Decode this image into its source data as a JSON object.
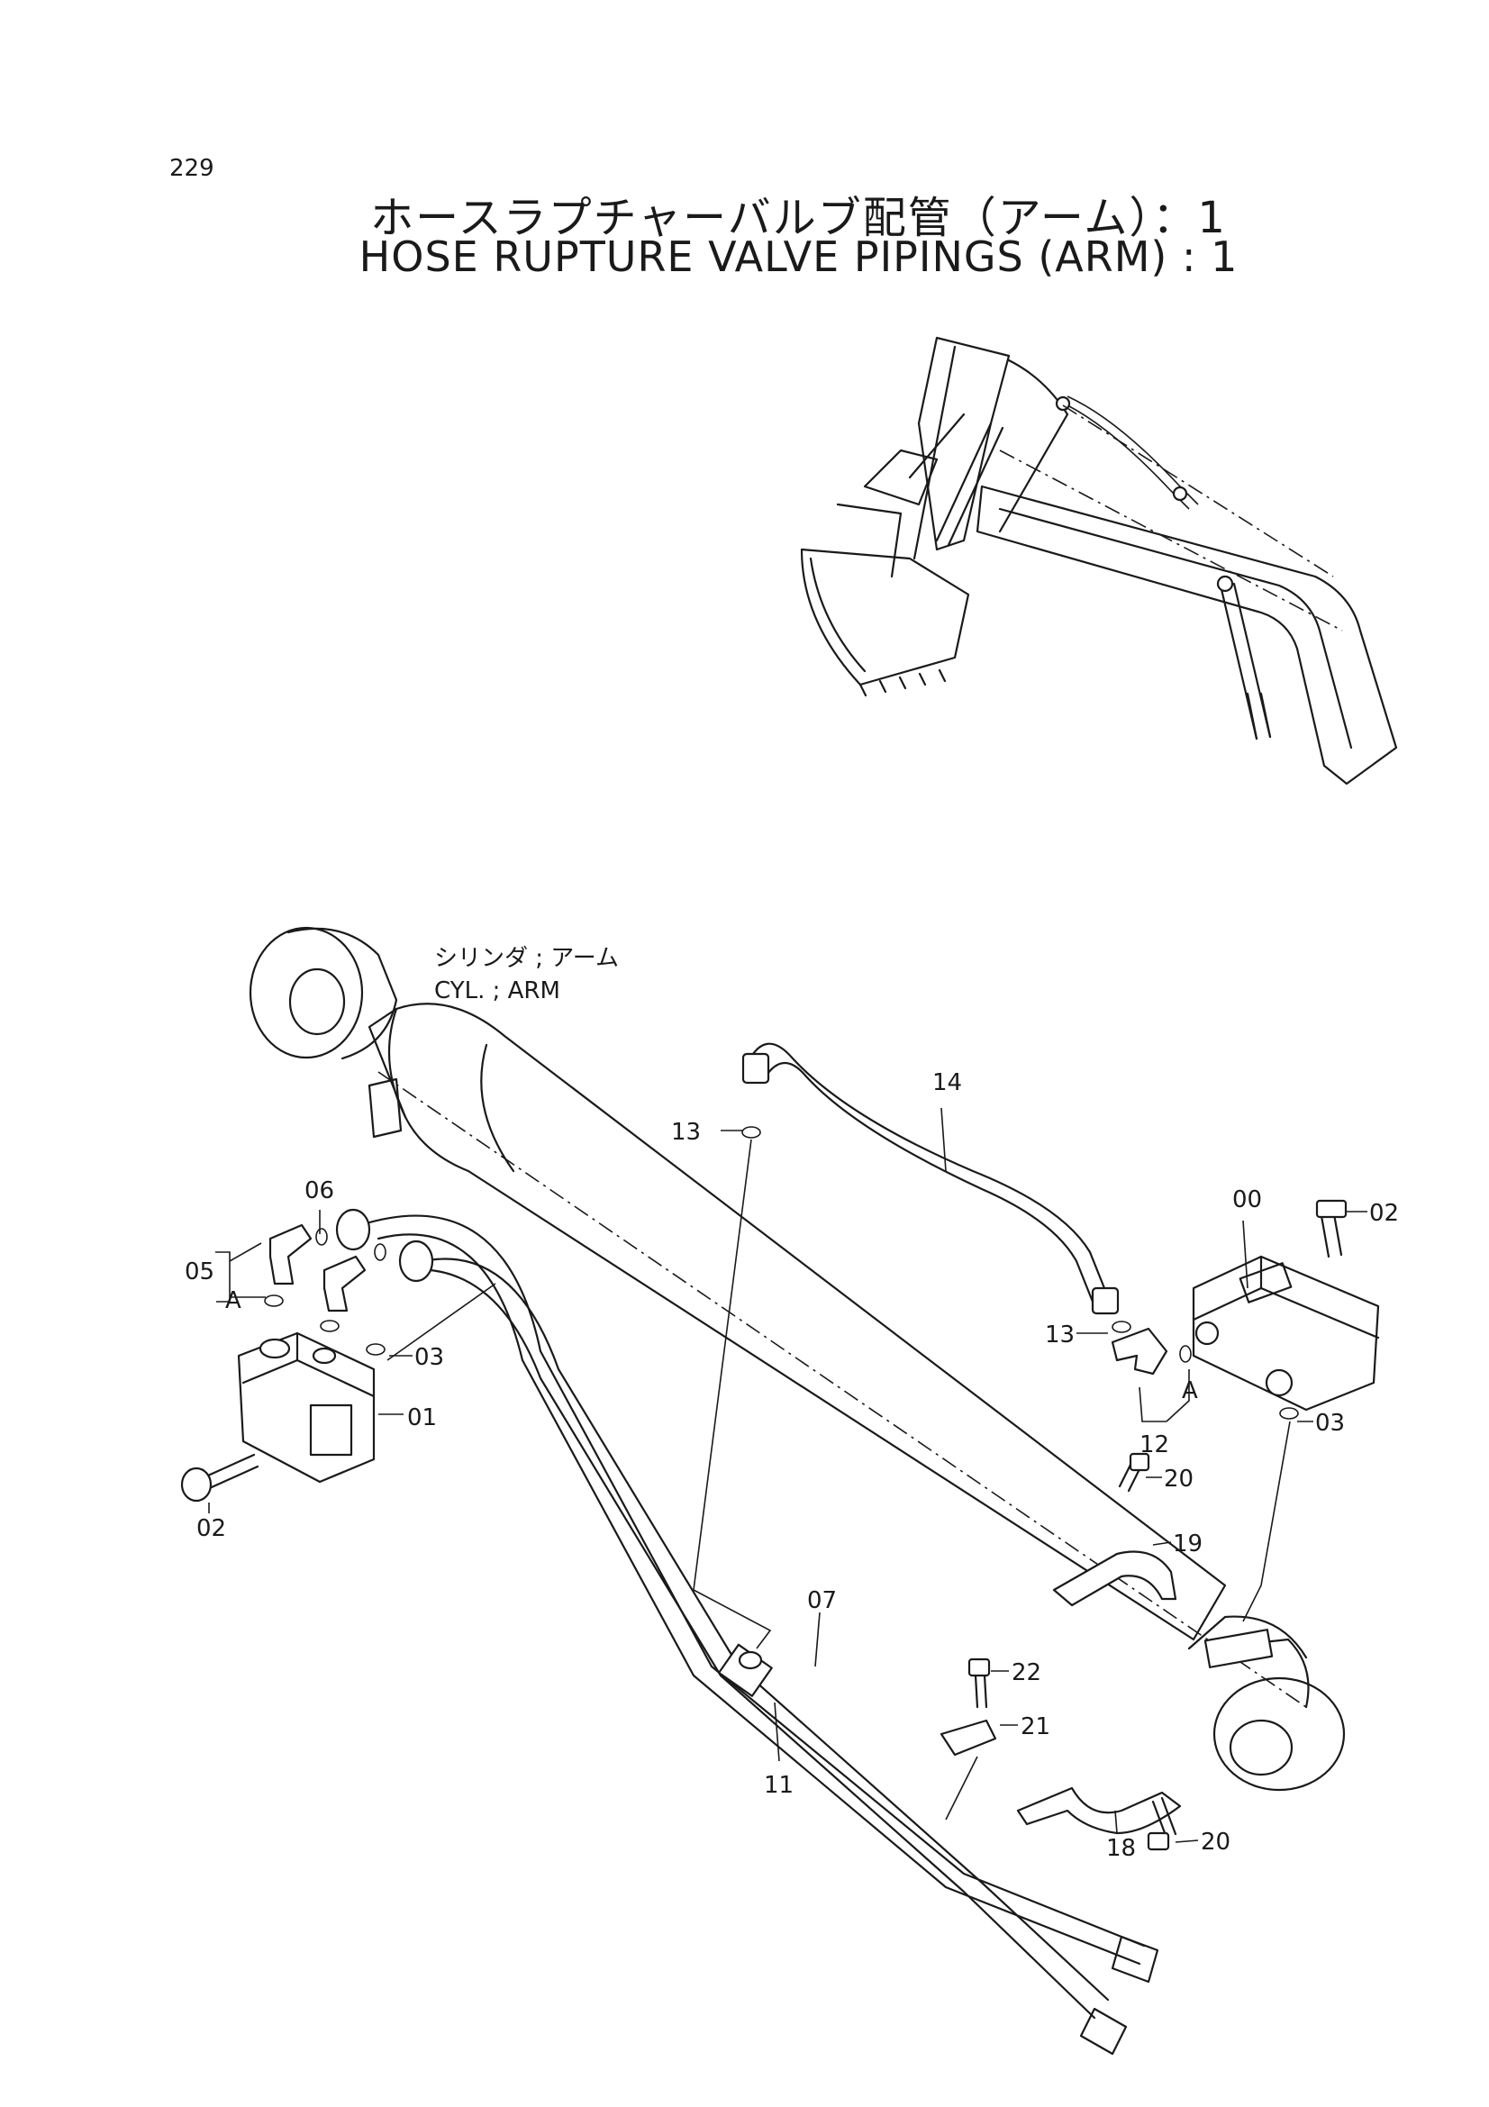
{
  "page": {
    "number": "229"
  },
  "title": {
    "jp": "ホースラプチャーバルブ配管（アーム）：1",
    "en": "HOSE RUPTURE VALVE PIPINGS (ARM) : 1"
  },
  "cylinder": {
    "jp": "シリンダ ; アーム",
    "en": "CYL. ; ARM"
  },
  "callouts": {
    "p00": "00",
    "p01": "01",
    "p02a": "02",
    "p02b": "02",
    "p03a": "03",
    "p03b": "03",
    "p05": "05",
    "p06": "06",
    "p07": "07",
    "p11": "11",
    "p12": "12",
    "p13a": "13",
    "p13b": "13",
    "p14": "14",
    "p18": "18",
    "p19": "19",
    "p20a": "20",
    "p20b": "20",
    "p21": "21",
    "p22": "22",
    "refA1": "A",
    "refA2": "A"
  }
}
